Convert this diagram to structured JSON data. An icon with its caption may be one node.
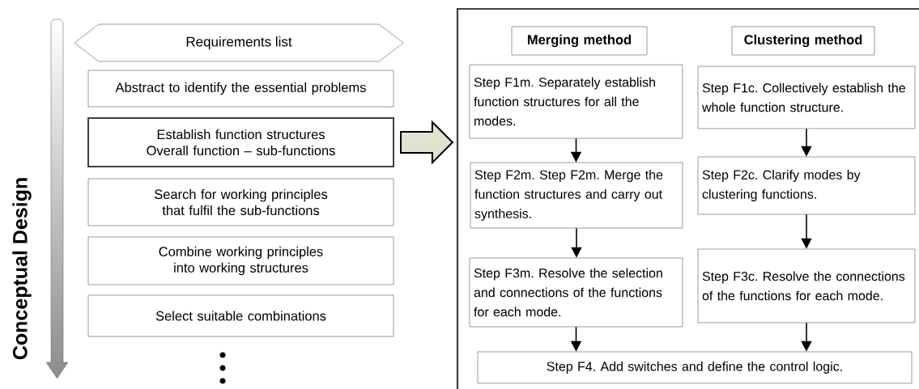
{
  "diagram": {
    "nodes": [
      {
        "text": [
          "Requirements list"
        ]
      },
      {
        "text": [
          "Abstract to identify the essential problems"
        ]
      },
      {
        "text": [
          "Establish function structures",
          "Overall function – sub-functions"
        ]
      },
      {
        "text": [
          "Search for working principles that fulfil the sub-functions"
        ]
      },
      {
        "text": [
          "Combine working principles into working structures"
        ]
      },
      {
        "text": [
          "Select suitable combinations"
        ]
      },
      {
        "text": [],
        "shape": "box"
      },
      {
        "text": [
          "Merging method"
        ],
        "in": 6
      },
      {
        "text": [
          "Clustering method"
        ],
        "in": 6
      },
      {
        "text": [
          "Step F1m. Separately establish function structures for all the modes."
        ],
        "in": 6
      },
      {
        "text": [
          "Step F2m. Step F2m. Merge the function structures and carry out synthesis."
        ],
        "in": 6
      },
      {
        "text": [
          "Step F3m. Resolve the selection and connections of the functions for each mode."
        ],
        "in": 6
      },
      {
        "text": [
          "Step F1c. Collectively establish the whole function structure."
        ],
        "in": 6
      },
      {
        "text": [
          "Step F2c. Clarify modes by clustering functions."
        ],
        "in": 6
      },
      {
        "text": [
          "Step F3c. Resolve the connections of the functions for each mode."
        ],
        "in": 6
      },
      {
        "text": [
          "Step F4. Add switches and define the control logic."
        ],
        "in": 6
      }
    ],
    "edges": [
      {
        "from": 2,
        "to": 6,
        "arrow": "to",
        "style": "thick",
        "color": "#dfe3cf"
      },
      {
        "from": 9,
        "to": 10,
        "arrow": "to"
      },
      {
        "from": 10,
        "to": 11,
        "arrow": "to"
      },
      {
        "from": 12,
        "to": 13,
        "arrow": "to"
      },
      {
        "from": 13,
        "to": 14,
        "arrow": "to"
      },
      {
        "from": 11,
        "to": 15,
        "arrow": "to"
      },
      {
        "from": 14,
        "to": 15,
        "arrow": "to"
      }
    ],
    "labels": [
      "Conceptual Design"
    ]
  }
}
